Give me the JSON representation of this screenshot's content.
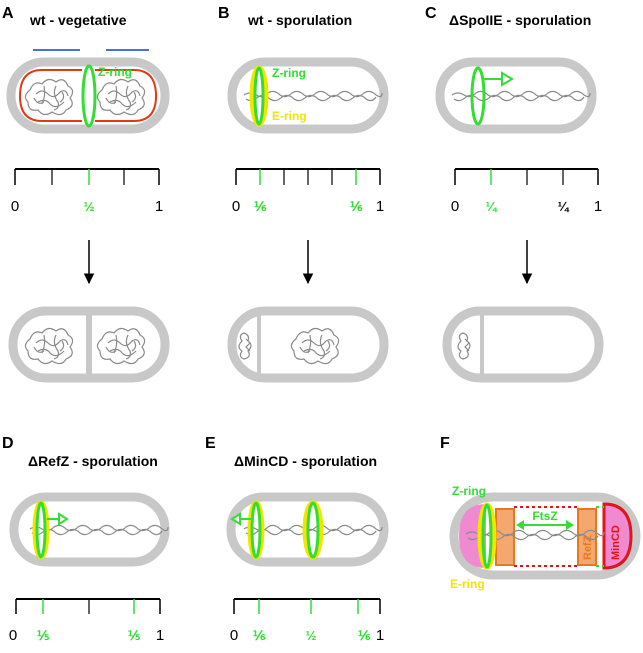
{
  "colors": {
    "cell_wall": "#c8c8c8",
    "z_ring": "#33dd33",
    "e_ring": "#f2e600",
    "membrane": "#e03a14",
    "refz": "#f4a870",
    "mincd": "#f08ad0",
    "mincd_border": "#e0141e",
    "scale_bar": "#4a72d4",
    "dna": "#8a8a8a"
  },
  "panels": [
    {
      "id": "A",
      "title": "wt - vegetative",
      "ring_label": "Z-ring",
      "ticks": {
        "start": "0",
        "mid": "½",
        "end": "1"
      }
    },
    {
      "id": "B",
      "title": "wt - sporulation",
      "ring_label_z": "Z-ring",
      "ring_label_e": "E-ring",
      "ticks": {
        "start": "0",
        "left": "⅙",
        "right": "⅙",
        "end": "1"
      }
    },
    {
      "id": "C",
      "title": "ΔSpoIIE - sporulation",
      "ticks": {
        "start": "0",
        "left": "¼",
        "right": "¼",
        "end": "1"
      }
    },
    {
      "id": "D",
      "title": "ΔRefZ - sporulation",
      "ticks": {
        "start": "0",
        "left": "⅕",
        "right": "⅕",
        "end": "1"
      }
    },
    {
      "id": "E",
      "title": "ΔMinCD - sporulation",
      "ticks": {
        "start": "0",
        "left": "⅙",
        "mid": "½",
        "right": "⅙",
        "end": "1"
      }
    },
    {
      "id": "F",
      "ring_label_z": "Z-ring",
      "ring_label_e": "E-ring",
      "ftsz_label": "FtsZ",
      "refz_label": "RefZ",
      "mincd_label": "MinCD"
    }
  ]
}
